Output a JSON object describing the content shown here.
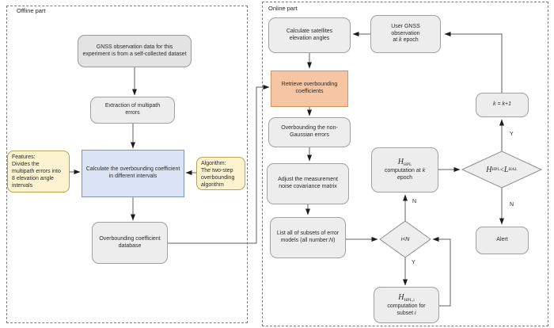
{
  "colors": {
    "gray_fill": "#ededed",
    "gray_border": "#a0a0a0",
    "blue_fill": "#dbe4f4",
    "blue_border": "#8094b8",
    "orange_fill": "#f6c6a4",
    "orange_border": "#cf9460",
    "yellow_fill": "#fdf3d0",
    "yellow_border": "#b9a052",
    "wire": "#5f5f5f"
  },
  "offline": {
    "label": "Offline part",
    "gnss": "GNSS observation data for this\nexperiment is from a self-collected dataset",
    "extraction": "Extraction of multipath\nerrors",
    "features": "Features:\nDivides the\nmultipath errors into\n8 elevation angle\nintervals",
    "calculate": "Calculate the overbounding coefficient\nin different intervals",
    "algorithm": "Algorithm:\nThe two-step\noverbounding\nalgorithm",
    "database": "Overbounding coefficient\ndatabase"
  },
  "online": {
    "label": "Online part",
    "calc_elevation": "Calculate satellites\nelevation angles",
    "user_gnss": {
      "line1": "User GNSS",
      "line2": "observation",
      "line3_pre": "at ",
      "line3_var": "k",
      "line3_post": " epoch"
    },
    "retrieve": "Retrieve overbounding\ncoefficients",
    "non_gaussian": "Overbounding the non-\nGaussian errors",
    "adjust": "Adjust the measurement\nnoise covariance matrix",
    "list_subsets": {
      "line1": "List all of subsets of error",
      "line2_pre": "models (all number:",
      "line2_var": "N",
      "line2_post": ")"
    },
    "hpl": {
      "var": "H",
      "sub": "HPL",
      "line2_pre": "computation at ",
      "line2_var": "k",
      "line3": "epoch"
    },
    "k_increment": "k = k+1",
    "alert": "Alert",
    "subset": {
      "var": "H",
      "sub": "HPL,i",
      "line2": "computation for",
      "line3_pre": "subset ",
      "line3_var": "i"
    },
    "decision_hpl": {
      "lhs_var": "H",
      "lhs_sub": "HPL",
      "op": " < ",
      "rhs_var": "L",
      "rhs_sub": "HAL"
    },
    "decision_i": {
      "expr": "i<N"
    },
    "branches": {
      "d2_down": "Y",
      "d2_up": "N",
      "d1_up": "Y",
      "d1_down": "N"
    }
  }
}
